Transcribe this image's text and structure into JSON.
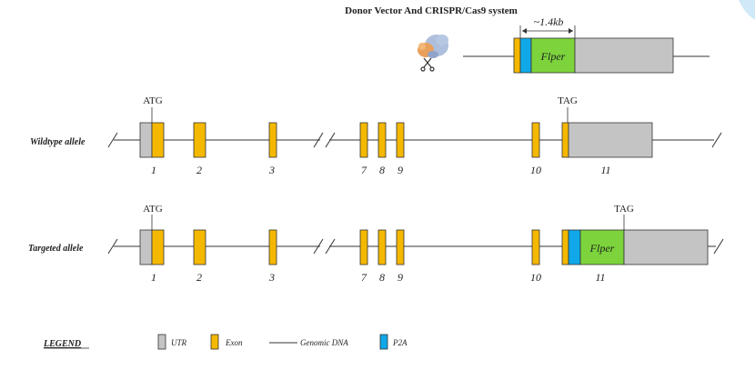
{
  "title": "Donor Vector And CRISPR/Cas9 system",
  "donor": {
    "size_label": "~1.4kb",
    "insert_label": "Flper"
  },
  "wildtype": {
    "label": "Wildtype allele",
    "start_codon": "ATG",
    "stop_codon": "TAG",
    "exon_numbers": [
      "1",
      "2",
      "3",
      "7",
      "8",
      "9",
      "10",
      "11"
    ]
  },
  "targeted": {
    "label": "Targeted allele",
    "start_codon": "ATG",
    "stop_codon": "TAG",
    "insert_label": "Flper",
    "exon_numbers": [
      "1",
      "2",
      "3",
      "7",
      "8",
      "9",
      "10",
      "11"
    ]
  },
  "legend": {
    "title": "LEGEND",
    "utr": "UTR",
    "exon": "Exon",
    "genomic_dna": "Genomic DNA",
    "p2a": "P2A"
  },
  "colors": {
    "exon": "#F5B800",
    "utr": "#C4C4C4",
    "p2a": "#10A8E8",
    "flper": "#7CD33B"
  }
}
